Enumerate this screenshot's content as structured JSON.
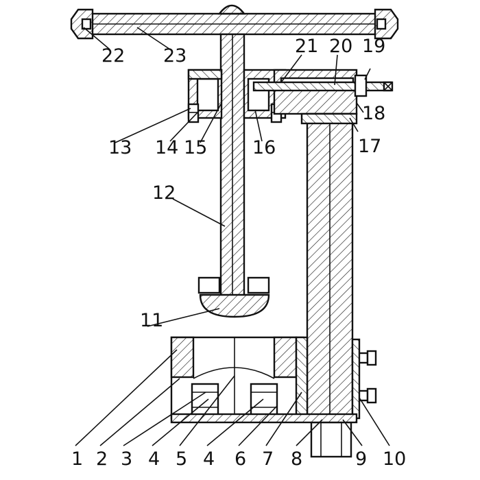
{
  "drawing": {
    "part_labels": [
      {
        "id": "1",
        "text": "1"
      },
      {
        "id": "2",
        "text": "2"
      },
      {
        "id": "3",
        "text": "3"
      },
      {
        "id": "4a",
        "text": "4"
      },
      {
        "id": "5",
        "text": "5"
      },
      {
        "id": "4b",
        "text": "4"
      },
      {
        "id": "6",
        "text": "6"
      },
      {
        "id": "7",
        "text": "7"
      },
      {
        "id": "8",
        "text": "8"
      },
      {
        "id": "9",
        "text": "9"
      },
      {
        "id": "10",
        "text": "10"
      },
      {
        "id": "11",
        "text": "11"
      },
      {
        "id": "12",
        "text": "12"
      },
      {
        "id": "13",
        "text": "13"
      },
      {
        "id": "14",
        "text": "14"
      },
      {
        "id": "15",
        "text": "15"
      },
      {
        "id": "16",
        "text": "16"
      },
      {
        "id": "17",
        "text": "17"
      },
      {
        "id": "18",
        "text": "18"
      },
      {
        "id": "19",
        "text": "19"
      },
      {
        "id": "20",
        "text": "20"
      },
      {
        "id": "21",
        "text": "21"
      },
      {
        "id": "22",
        "text": "22"
      },
      {
        "id": "23",
        "text": "23"
      }
    ]
  }
}
